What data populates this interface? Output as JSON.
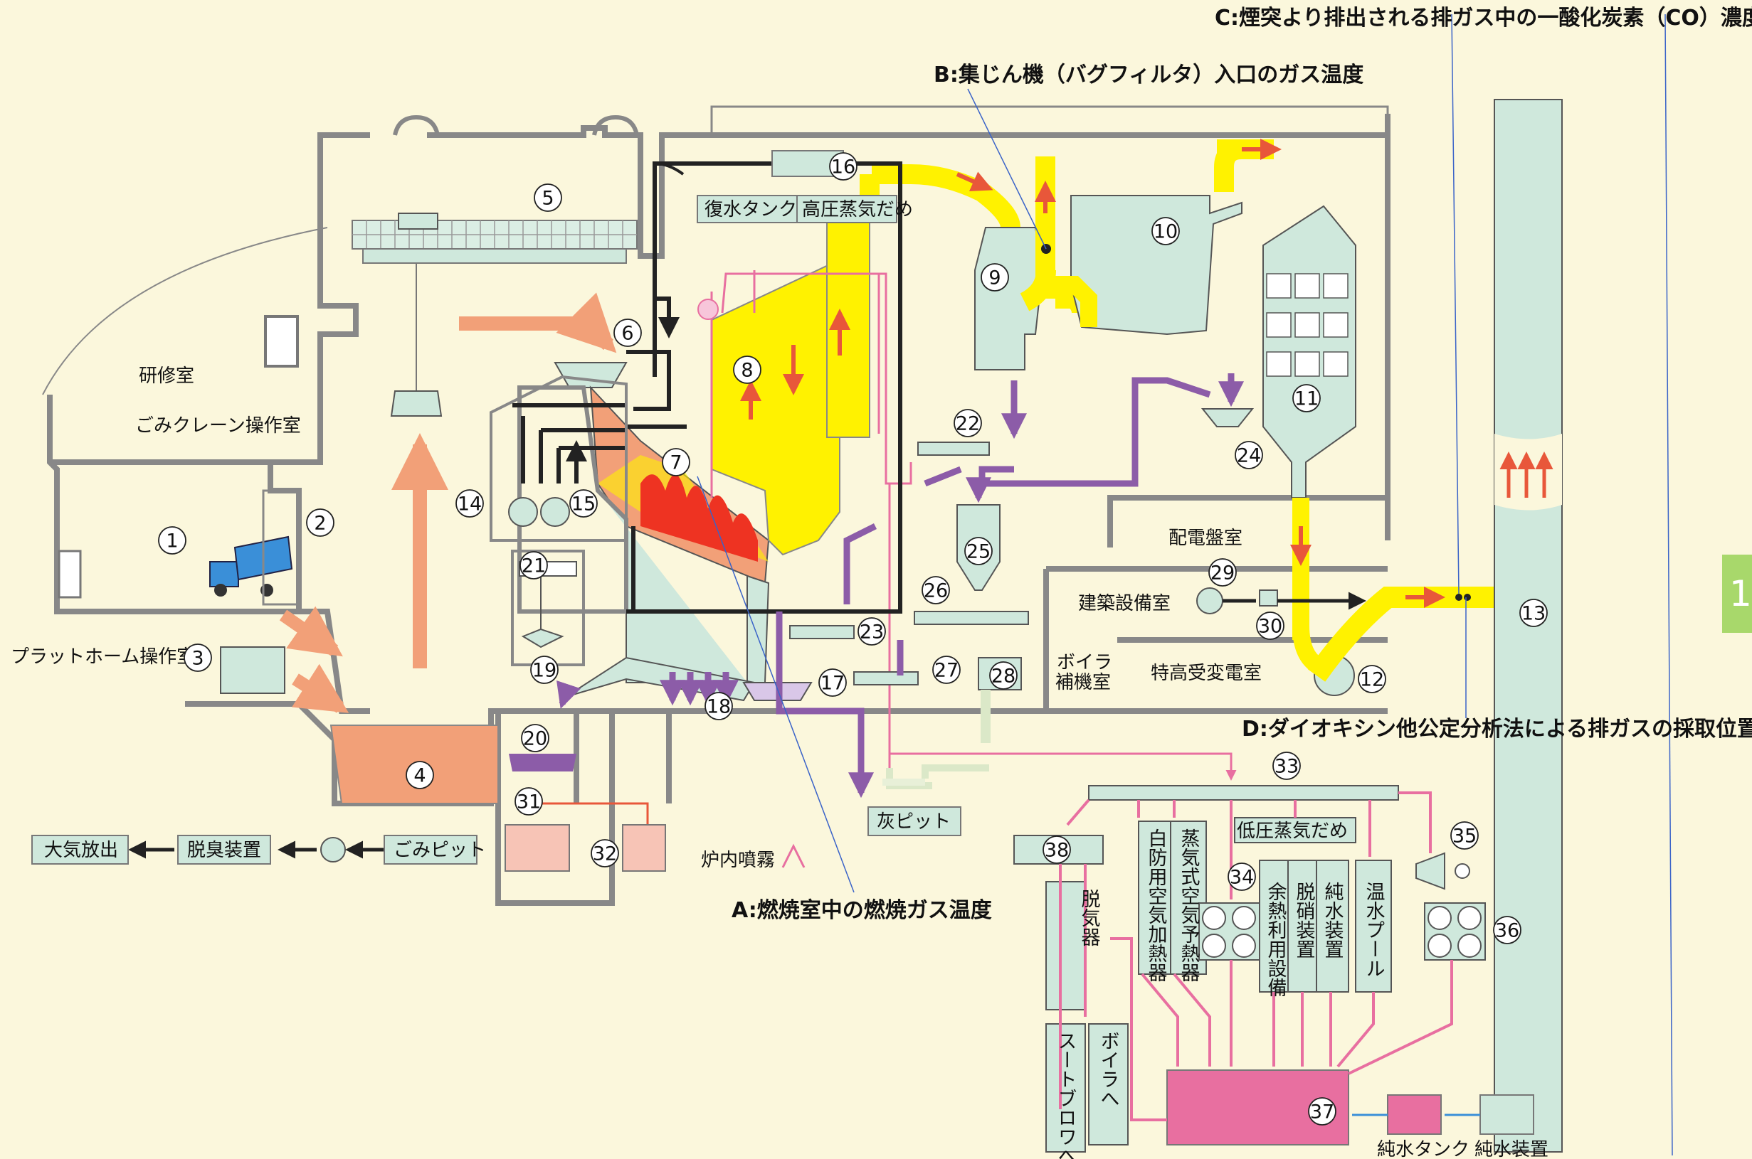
{
  "measurement_points": {
    "A": "A:燃焼室中の燃焼ガス温度",
    "B": "B:集じん機（バグフィルタ）入口のガス温度",
    "C": "C:煙突より排出される排ガス中の一酸化炭素（CO）濃度",
    "D": "D:ダイオキシン他公定分析法による排ガスの採取位置"
  },
  "rooms": {
    "training": "研修室",
    "crane_control": "ごみクレーン操作室",
    "platform_control": "プラットホーム操作室",
    "switchboard": "配電盤室",
    "building_equipment": "建築設備室",
    "boiler_aux_1": "ボイラ",
    "boiler_aux_2": "補機室",
    "substation": "特高受変電室"
  },
  "labels": {
    "condensate_tank": "復水タンク",
    "hp_steam_header": "高圧蒸気だめ",
    "lp_steam_header": "低圧蒸気だめ",
    "ash_pit": "灰ピット",
    "furnace_spray": "炉内噴霧",
    "atmosphere": "大気放出",
    "deodorizer": "脱臭装置",
    "refuse_pit": "ごみピット",
    "pure_water_tank": "純水タンク",
    "pure_water_unit": "純水装置"
  },
  "vertical_labels": {
    "deaerator": "脱気器",
    "white_smoke_heater": "白防用空気加熱器",
    "steam_air_preheater": "蒸気式空気予熱器",
    "waste_heat_equipment": "余熱利用設備",
    "denox": "脱硝装置",
    "pure_water": "純水装置",
    "heated_pool": "温水プール",
    "soot_blower": "スートブロワへ",
    "to_boiler": "ボイラへ"
  },
  "numbers": [
    "1",
    "2",
    "3",
    "4",
    "5",
    "6",
    "7",
    "8",
    "9",
    "10",
    "11",
    "12",
    "13",
    "14",
    "15",
    "16",
    "17",
    "18",
    "19",
    "20",
    "21",
    "22",
    "23",
    "24",
    "25",
    "26",
    "27",
    "28",
    "29",
    "30",
    "31",
    "32",
    "33",
    "34",
    "35",
    "36",
    "37",
    "38"
  ],
  "page_tab": "1",
  "colors": {
    "background": "#fbf7dc",
    "equipment": "#cfe8dc",
    "flue_gas": "#fff200",
    "refuse": "#f2a078",
    "ash": "#8c5ca8",
    "steam": "#e86fa0",
    "flow_arrow": "#e8573a"
  }
}
